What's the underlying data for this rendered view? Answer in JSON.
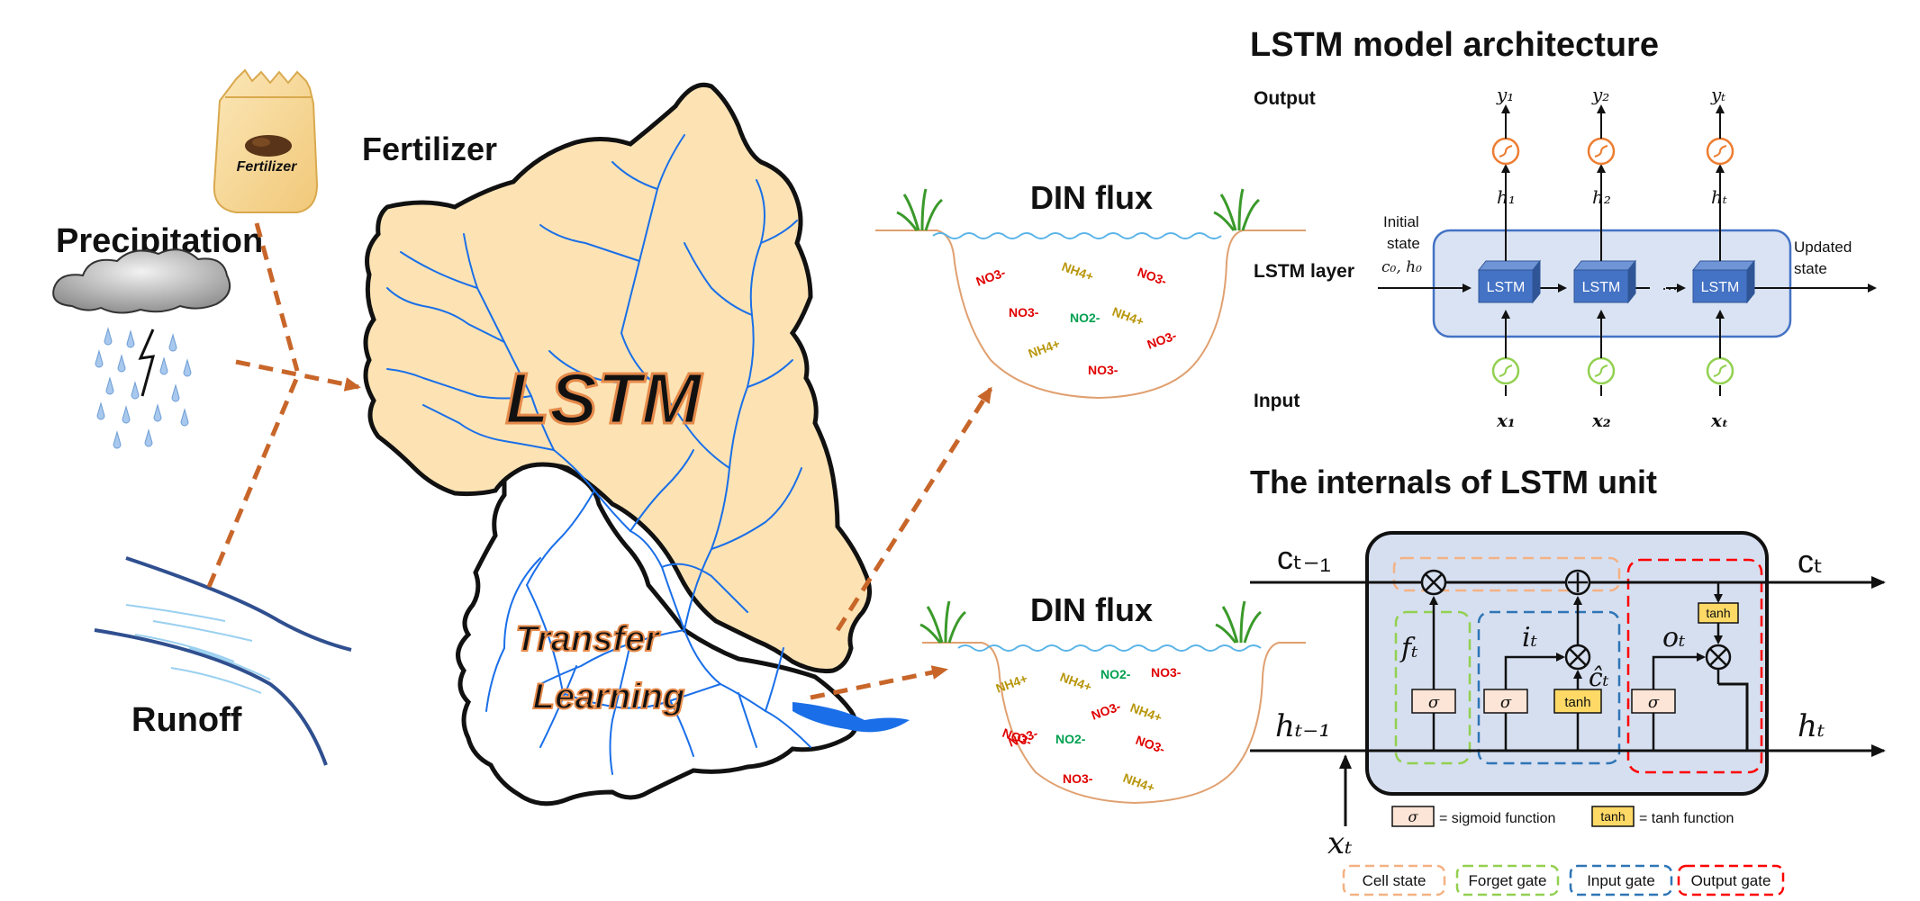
{
  "left": {
    "fertilizer_title": "Fertilizer",
    "fertilizer_bag": "Fertilizer",
    "precipitation": "Precipitation",
    "runoff": "Runoff",
    "watershed_main": "LSTM",
    "transfer_1": "Transfer",
    "transfer_2": "Learning"
  },
  "flux": {
    "title": "DIN flux",
    "upper_ions": [
      "NO3-",
      "NH4+",
      "NO3-",
      "NO3-",
      "NO2-",
      "NH4+",
      "NH4+",
      "NO3-",
      "NO3-"
    ],
    "lower_ions": [
      "NH4+",
      "NH4+",
      "NO2-",
      "NO3-",
      "NO3-",
      "NO3-",
      "NH4+",
      "NO3-",
      "NO2-",
      "NO3-",
      "NO3-",
      "NH4+"
    ]
  },
  "arch": {
    "title": "LSTM model architecture",
    "row_output": "Output",
    "row_layer": "LSTM layer",
    "row_input": "Input",
    "initial_1": "Initial",
    "initial_2": "state",
    "initial_3": "c₀, h₀",
    "updated_1": "Updated",
    "updated_2": "state",
    "cell_label": "LSTM",
    "ellipsis": "···",
    "outputs": [
      "y₁",
      "y₂",
      "yₜ"
    ],
    "hidden": [
      "h₁",
      "h₂",
      "hₜ"
    ],
    "inputs": [
      "x₁",
      "x₂",
      "xₜ"
    ]
  },
  "unit": {
    "title": "The internals of LSTM unit",
    "c_prev": "cₜ₋₁",
    "c_next": "cₜ",
    "h_prev": "hₜ₋₁",
    "h_next": "hₜ",
    "x_t": "xₜ",
    "f_t": "fₜ",
    "i_t": "iₜ",
    "o_t": "oₜ",
    "c_hat": "ĉₜ",
    "sigma": "σ",
    "tanh": "tanh",
    "sigmoid_legend": "= sigmoid function",
    "tanh_legend": "= tanh function",
    "legend": [
      "Cell state",
      "Forget gate",
      "Input gate",
      "Output gate"
    ]
  },
  "colors": {
    "basin_fill": "#fde3b4",
    "river": "#1a6fe8",
    "arrow_orange": "#c8662a",
    "lstm_box": "#4472c4",
    "layer_bg": "#dae3f3",
    "unit_bg": "#d6dff0",
    "sigmoid_fill": "#fce4d6",
    "tanh_fill": "#ffd966",
    "cell_state": "#f4b183",
    "forget_gate": "#92d050",
    "input_gate": "#2e75b6",
    "output_gate": "#ff0000",
    "output_act": "#ed7d31",
    "input_act": "#92d050",
    "nitrate": "#e00000",
    "ammonium": "#b8960c",
    "nitrite": "#00a050"
  }
}
